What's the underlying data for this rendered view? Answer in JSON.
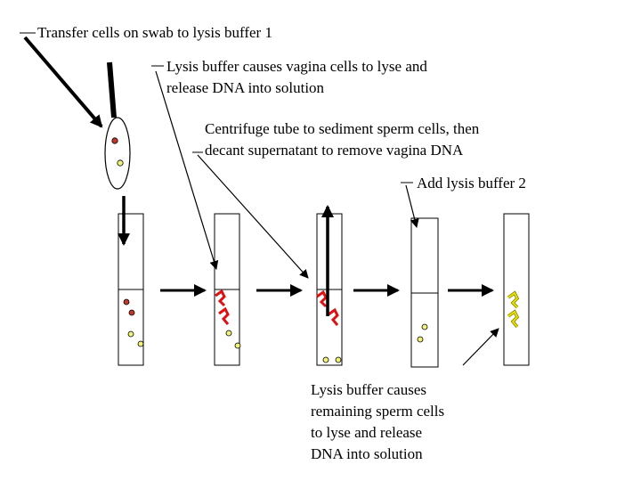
{
  "labels": {
    "step1": "Transfer cells on swab to lysis buffer 1",
    "step2_line1": "Lysis buffer causes vagina cells to lyse and",
    "step2_line2": "release DNA into solution",
    "step3_line1": "Centrifuge tube to sediment sperm cells, then",
    "step3_line2": "decant supernatant to remove vagina DNA",
    "step4": "Add lysis buffer 2",
    "step5_line1": "Lysis buffer causes",
    "step5_line2": "remaining sperm cells",
    "step5_line3": "to lyse and release",
    "step5_line4": "DNA into solution"
  },
  "colors": {
    "vagina_cell": "#c0392b",
    "sperm_cell": "#f2f27a",
    "vagina_dna": "#dd1111",
    "sperm_dna": "#e8e000",
    "line": "#000000"
  }
}
